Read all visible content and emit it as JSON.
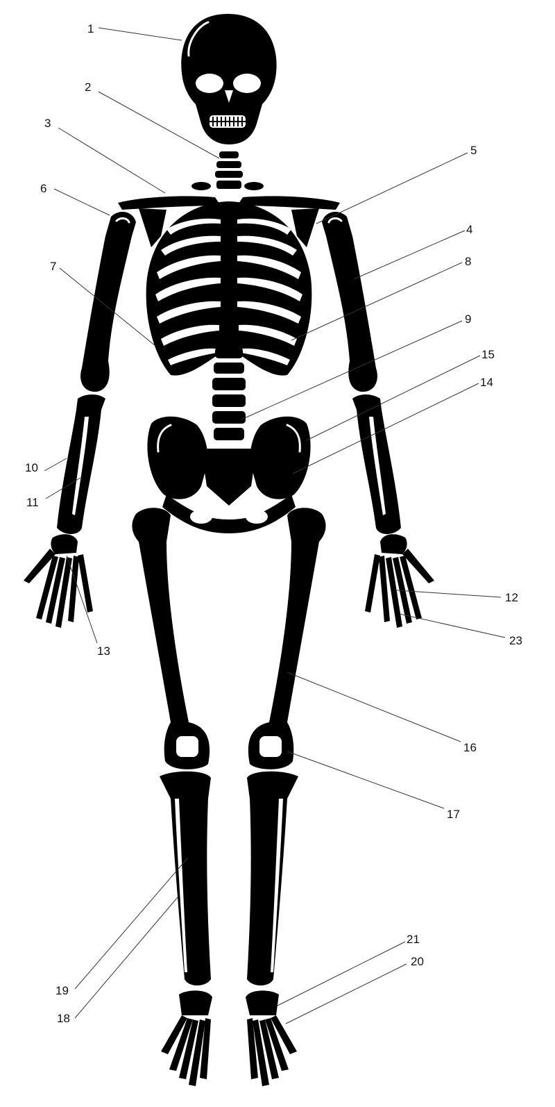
{
  "diagram": {
    "background": "#ffffff",
    "bone_color": "#000000",
    "label_color": "#111111",
    "labels": [
      {
        "id": "1",
        "text": "1"
      },
      {
        "id": "2",
        "text": "2"
      },
      {
        "id": "3",
        "text": "3"
      },
      {
        "id": "4",
        "text": "4"
      },
      {
        "id": "5",
        "text": "5"
      },
      {
        "id": "6",
        "text": "6"
      },
      {
        "id": "7",
        "text": "7"
      },
      {
        "id": "8",
        "text": "8"
      },
      {
        "id": "9",
        "text": "9"
      },
      {
        "id": "10",
        "text": "10"
      },
      {
        "id": "11",
        "text": "11"
      },
      {
        "id": "12",
        "text": "12"
      },
      {
        "id": "13",
        "text": "13"
      },
      {
        "id": "14",
        "text": "14"
      },
      {
        "id": "15",
        "text": "15"
      },
      {
        "id": "16",
        "text": "16"
      },
      {
        "id": "17",
        "text": "17"
      },
      {
        "id": "18",
        "text": "18"
      },
      {
        "id": "19",
        "text": "19"
      },
      {
        "id": "20",
        "text": "20"
      },
      {
        "id": "21",
        "text": "21"
      },
      {
        "id": "23",
        "text": "23"
      }
    ]
  }
}
